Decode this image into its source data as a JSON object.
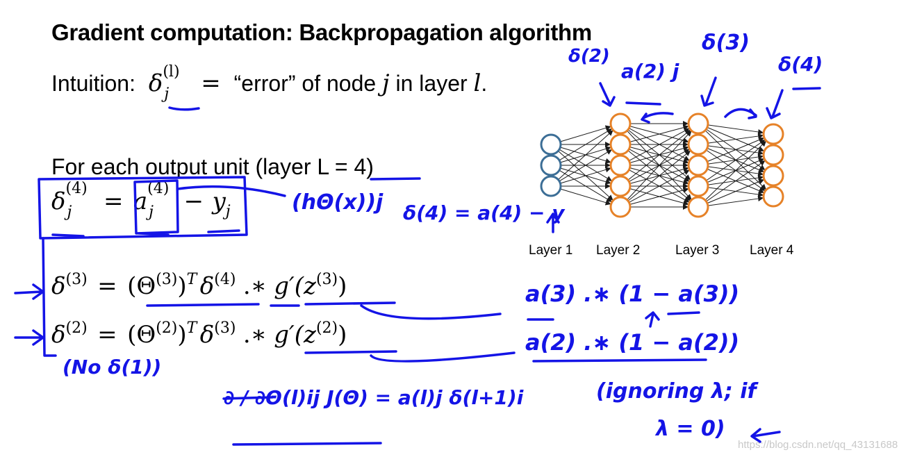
{
  "title": "Gradient computation: Backpropagation algorithm",
  "intuition": {
    "prefix": "Intuition:",
    "delta": "δ",
    "sub_j": "j",
    "sup_l": "(l)",
    "equals": "=",
    "rest": "“error” of node",
    "j": "j",
    "in_layer": "in layer",
    "l": "l",
    "period": "."
  },
  "for_each": "For each output unit (layer L = 4)",
  "eq4": {
    "delta": "δ",
    "sup": "(4)",
    "sub": "j",
    "eq": "=",
    "a": "a",
    "a_sup": "(4)",
    "a_sub": "j",
    "minus": "−",
    "y": "y",
    "y_sub": "j"
  },
  "eq3": {
    "lhs": "δ",
    "lhs_sup": "(3)",
    "eq": "=",
    "theta": "(Θ",
    "theta_sup": "(3)",
    "close": ")",
    "T": "T",
    "delta": "δ",
    "delta_sup": "(4)",
    "op": ".∗",
    "g": "g′(z",
    "g_sup": "(3)",
    "g_close": ")"
  },
  "eq2": {
    "lhs": "δ",
    "lhs_sup": "(2)",
    "eq": "=",
    "theta": "(Θ",
    "theta_sup": "(2)",
    "close": ")",
    "T": "T",
    "delta": "δ",
    "delta_sup": "(3)",
    "op": ".∗",
    "g": "g′(z",
    "g_sup": "(2)",
    "g_close": ")"
  },
  "network": {
    "layer_labels": [
      "Layer 1",
      "Layer 2",
      "Layer 3",
      "Layer 4"
    ],
    "layer_sizes": [
      3,
      5,
      5,
      4
    ],
    "colors": {
      "input": "#3c6e96",
      "hidden": "#e68228",
      "output": "#e68228",
      "edges": "#1a1a1a"
    }
  },
  "handwriting": {
    "delta2_top": "δ(2)",
    "aj_top": "a(2) j",
    "delta3_top": "δ(3)",
    "delta4_top": "δ(4)",
    "h_theta": "(hΘ(x))j",
    "delta4_eq": "δ(4) = a(4) − y",
    "a3_expr": "a(3) .∗ (1 − a(3))",
    "a2_expr": "a(2) .∗ (1 − a(2))",
    "no_delta1": "(No   δ(1))",
    "partial": "∂ / ∂Θ(l)ij J(Θ) = a(l)j δ(l+1)i",
    "ignore_lambda": "(ignoring λ; if",
    "lambda_zero": "λ = 0)"
  },
  "watermark": "https://blog.csdn.net/qq_43131688",
  "ink_color": "#1414e6"
}
